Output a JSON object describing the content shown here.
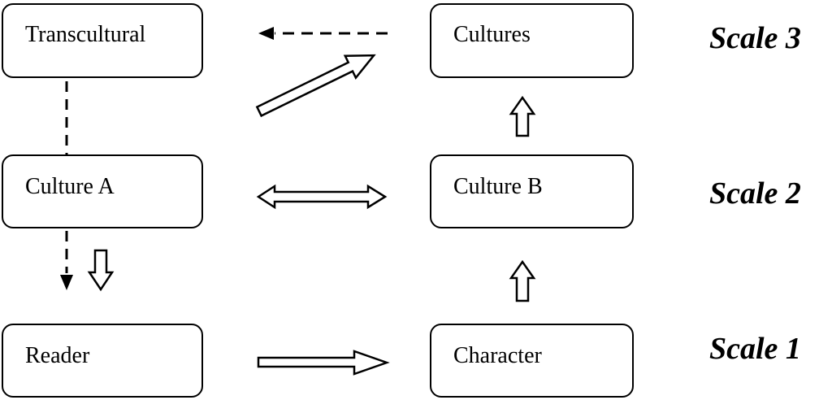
{
  "diagram": {
    "boxes": {
      "transcultural": "Transcultural",
      "cultures": "Cultures",
      "culture_a": "Culture A",
      "culture_b": "Culture B",
      "reader": "Reader",
      "character": "Character"
    },
    "scales": {
      "scale_3": "Scale 3",
      "scale_2": "Scale 2",
      "scale_1": "Scale 1"
    }
  },
  "colors": {
    "stroke": "#000000",
    "background": "#ffffff"
  }
}
